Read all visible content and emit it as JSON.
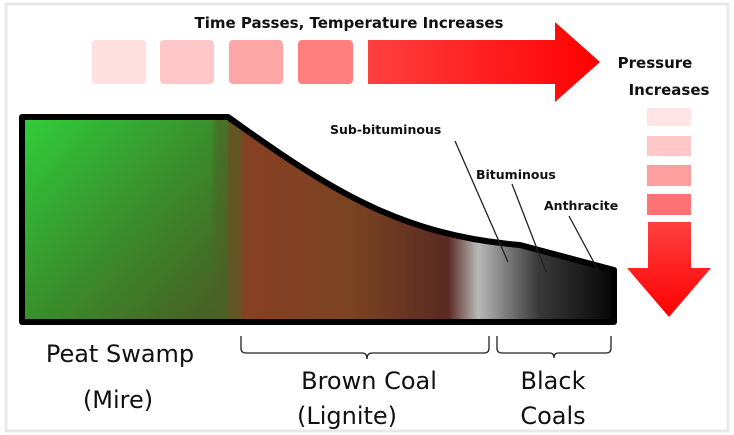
{
  "header": {
    "time_label": "Time Passes, Temperature Increases",
    "pressure_line1": "Pressure",
    "pressure_line2": "Increases"
  },
  "coal_labels": {
    "sub_bituminous": "Sub-bituminous",
    "bituminous": "Bituminous",
    "anthracite": "Anthracite"
  },
  "stages": {
    "peat_line1": "Peat Swamp",
    "peat_line2": "(Mire)",
    "brown_line1": "Brown Coal",
    "brown_line2": "(Lignite)",
    "black_line1": "Black",
    "black_line2": "Coals"
  },
  "colors": {
    "arrow_red": "#ff1a1a",
    "peat_green": "#33cc33",
    "lignite_brown": "#8a3f22",
    "coal_black": "#000000"
  }
}
